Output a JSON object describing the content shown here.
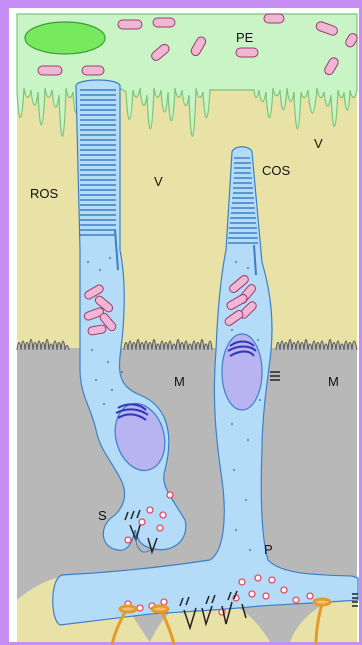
{
  "labels": {
    "pe": "PE",
    "v_top": "V",
    "v_mid": "V",
    "cos": "COS",
    "ros": "ROS",
    "m_left": "M",
    "m_right": "M",
    "s": "S",
    "p": "P"
  },
  "colors": {
    "background": "#c78ff5",
    "frame": "#ffffff",
    "pigment_epithelium": "#c9f5c6",
    "pe_outline": "#7cc37a",
    "nucleus_pe": "#76e95f",
    "subretinal_space": "#e9e2a6",
    "muller_glia": "#b8b8b8",
    "photoreceptor": "#b4dcf9",
    "photoreceptor_outline": "#3d7fc4",
    "cell_nucleus": "#b8b3f1",
    "mitochondria": "#f1b6d4",
    "synaptic_ribbon": "#222222",
    "vesicles": "#e24a63"
  }
}
